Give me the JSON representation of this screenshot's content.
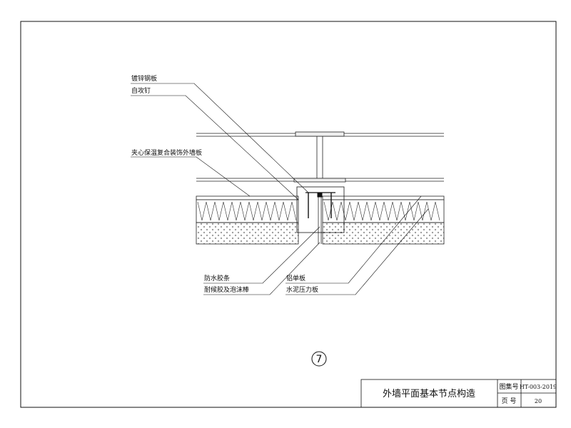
{
  "labels": {
    "galvanized_steel_plate": "镀锌钢板",
    "self_tapping_screw": "自攻钉",
    "sandwich_panel": "夹心保温复合装饰外墙板",
    "waterproof_strip": "防水胶条",
    "sealant_foam_rod": "耐候胶及泡沫棒",
    "aluminum_panel": "铝单板",
    "cement_board": "水泥压力板"
  },
  "detail_number": "7",
  "title_block": {
    "title": "外墙平面基本节点构造",
    "atlas_label": "图集号",
    "atlas_value": "HT-003-2019",
    "page_label": "页 号",
    "page_value": "20"
  }
}
